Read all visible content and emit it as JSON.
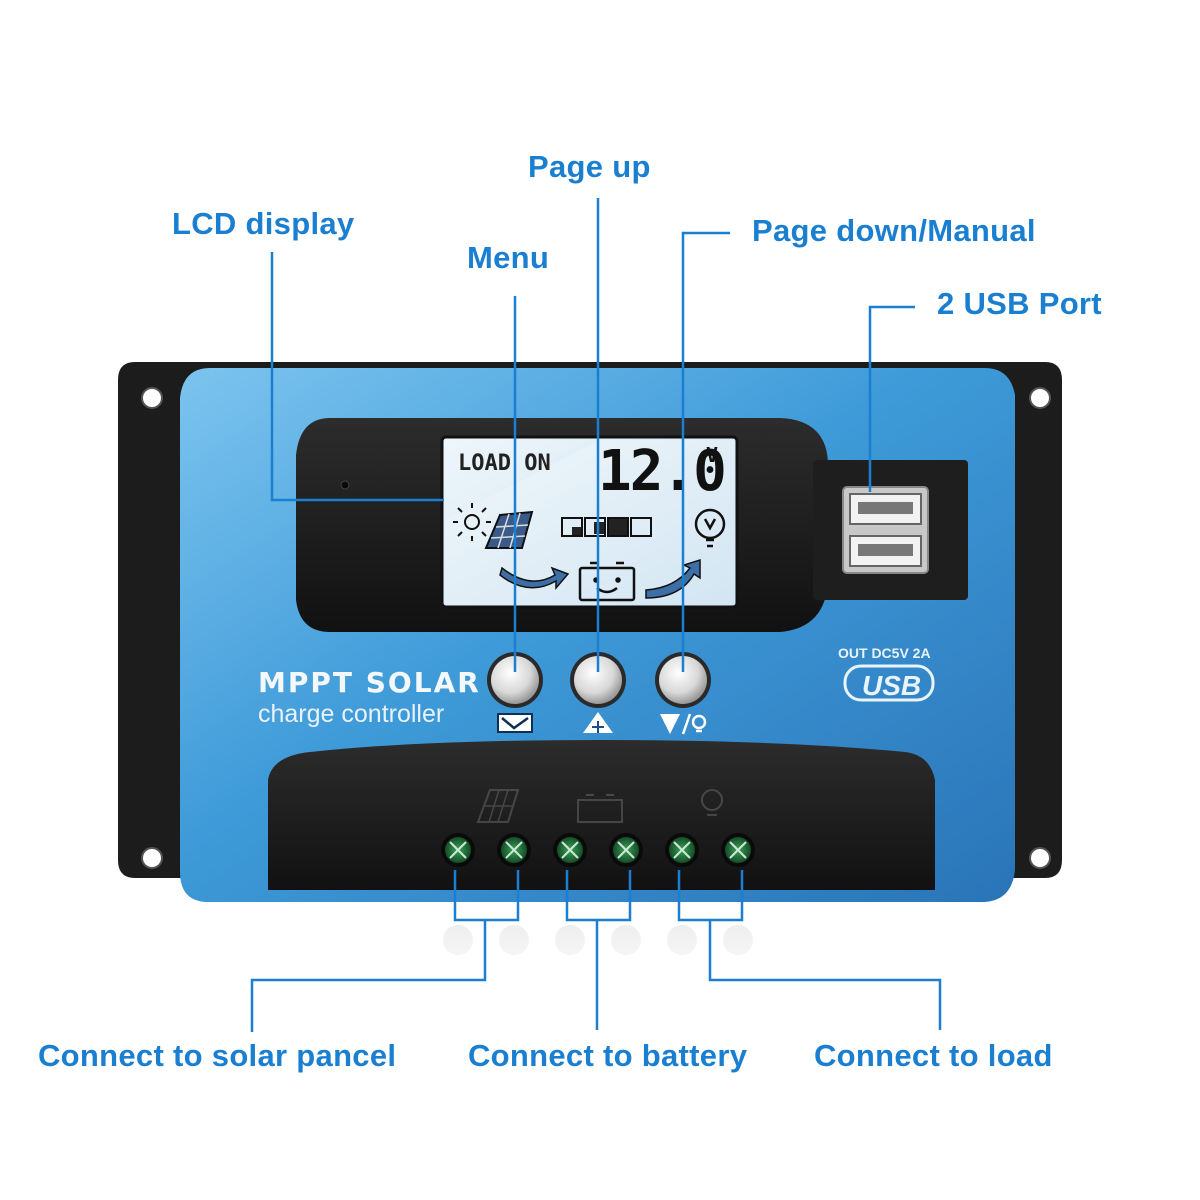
{
  "callouts": {
    "lcd_display": "LCD display",
    "page_up": "Page up",
    "menu": "Menu",
    "page_down_manual": "Page down/Manual",
    "usb_port": "2 USB Port",
    "solar": "Connect to solar pancel",
    "battery": "Connect to battery",
    "load": "Connect to load"
  },
  "device": {
    "brand_line1": "MPPT SOLAR",
    "brand_line2": "charge controller",
    "usb_out": "OUT DC5V 2A",
    "usb_logo": "USB"
  },
  "lcd": {
    "status": "LOAD ON",
    "reading": "12.0",
    "unit": "V"
  },
  "colors": {
    "callout_text": "#1a7fd0",
    "leader_line": "#1a7fd0",
    "housing_blue": "#4ea6dc",
    "housing_black": "#222222",
    "lcd_background": "#dcecf7"
  },
  "icons": {
    "lcd_row": [
      "sun-icon",
      "solar-panel-icon",
      "battery-bars-icon",
      "light-bulb-icon"
    ],
    "lcd_flow": [
      "arrow-right-icon",
      "battery-face-icon",
      "arrow-right-icon"
    ],
    "buttons": [
      "menu-icon",
      "up-arrow-icon",
      "down-arrow-bulb-icon"
    ],
    "terminal_groups": [
      "solar-panel-icon",
      "battery-icon",
      "light-bulb-icon"
    ]
  }
}
